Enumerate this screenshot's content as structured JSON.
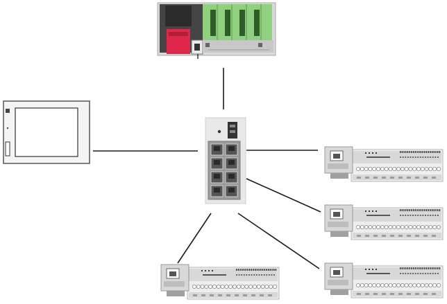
{
  "diagram": {
    "nodes": [
      {
        "id": "plc",
        "kind": "plc-rack",
        "module_count": 4
      },
      {
        "id": "hmi",
        "kind": "touch-panel"
      },
      {
        "id": "switch",
        "kind": "ethernet-switch",
        "port_count": 8
      },
      {
        "id": "io1",
        "kind": "remote-io-block"
      },
      {
        "id": "io2",
        "kind": "remote-io-block"
      },
      {
        "id": "io3",
        "kind": "remote-io-block"
      },
      {
        "id": "io4",
        "kind": "remote-io-block"
      }
    ],
    "connections": [
      {
        "from": "plc",
        "to": "switch"
      },
      {
        "from": "hmi",
        "to": "switch"
      },
      {
        "from": "switch",
        "to": "io1"
      },
      {
        "from": "switch",
        "to": "io2"
      },
      {
        "from": "switch",
        "to": "io3"
      },
      {
        "from": "switch",
        "to": "io4"
      }
    ]
  },
  "colors": {
    "line": "#1a1a1a",
    "plc_module": "#8fd17e",
    "plc_power": "#e0294a",
    "device_gray": "#d8d8d8",
    "device_light": "#eeeeee",
    "device_dark": "#555555",
    "background": "#ffffff"
  }
}
